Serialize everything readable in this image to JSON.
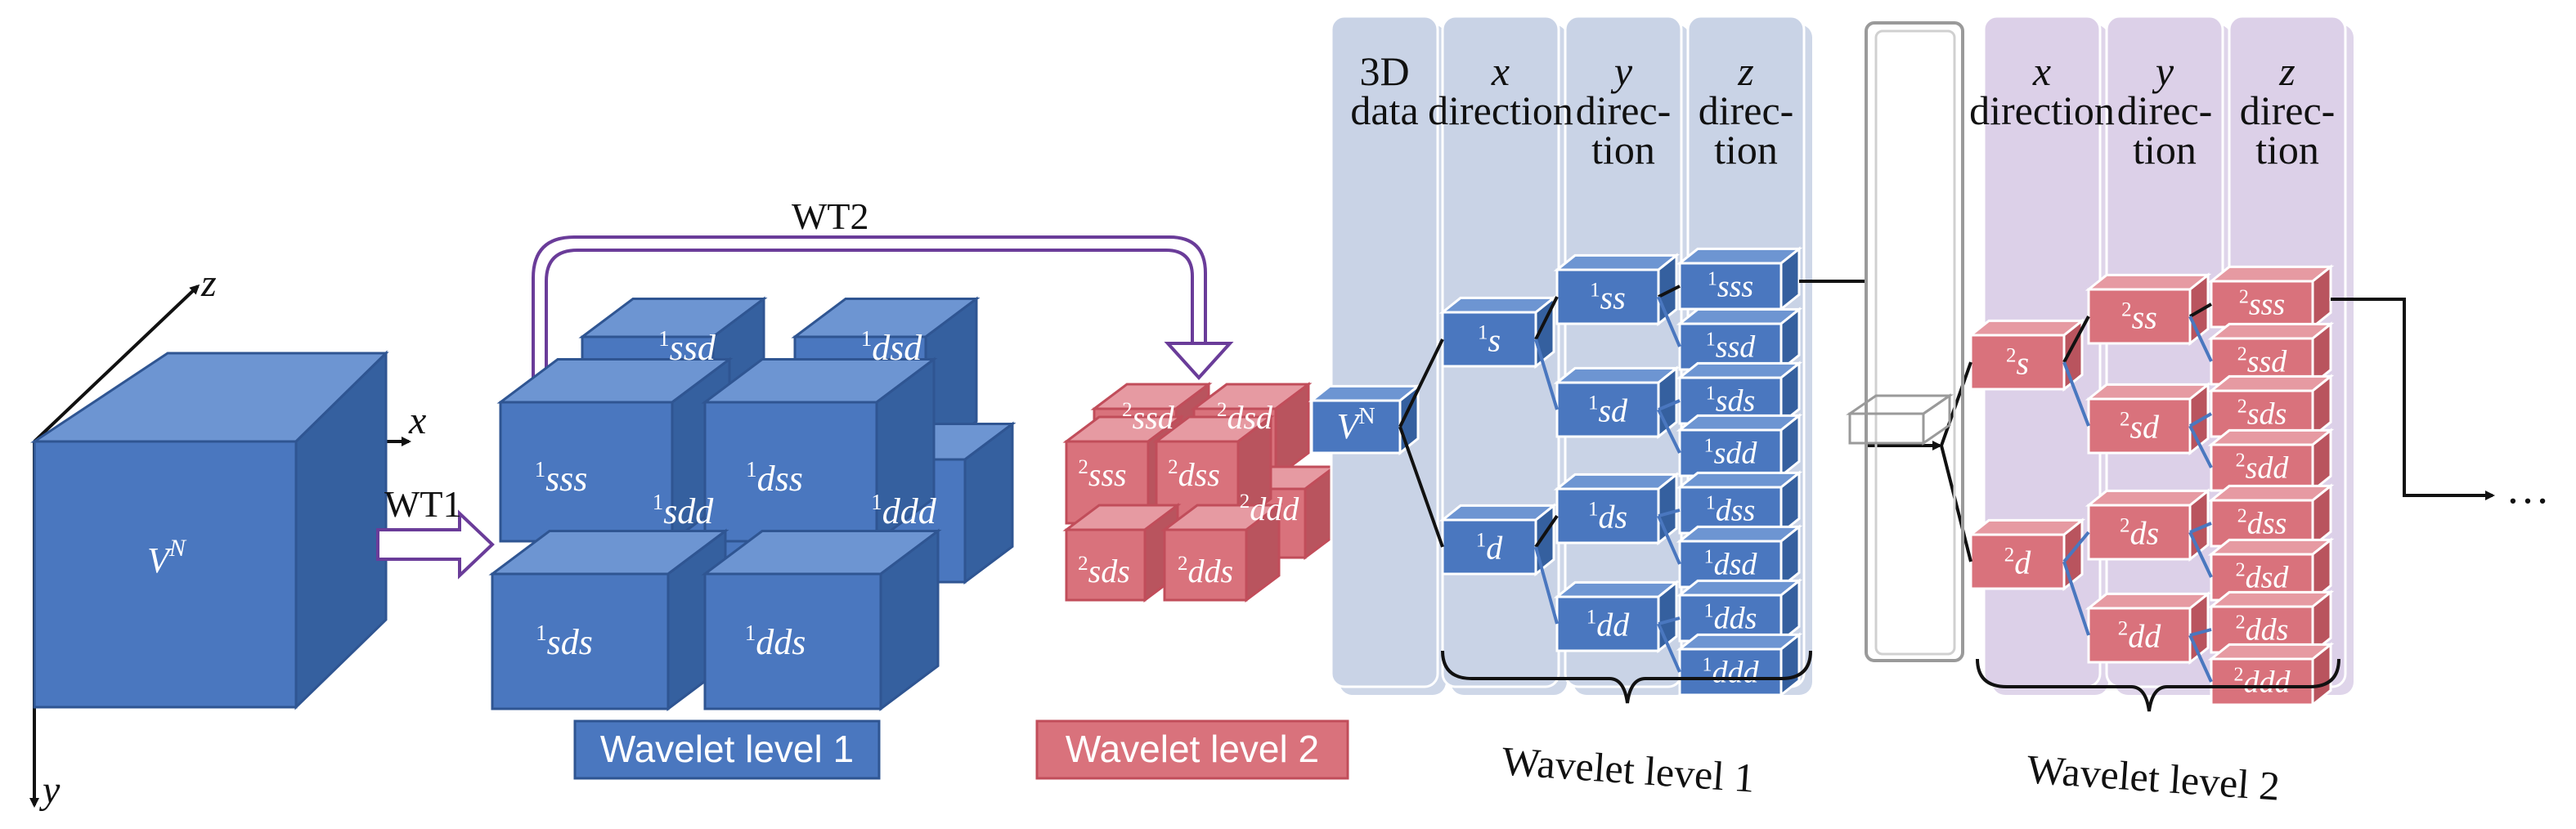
{
  "colors": {
    "blue_front": "#4a77bf",
    "blue_top": "#6d95d2",
    "blue_side": "#35609f",
    "blue_edge": "#2f5592",
    "red_front": "#d9727c",
    "red_top": "#e69aa2",
    "red_side": "#b9545e",
    "red_edge": "#c14d5a",
    "panel_blue": "#c9d3e6",
    "panel_purple": "#dcd0e8",
    "arrow_purple": "#6a3c99"
  },
  "axes": {
    "x": "x",
    "y": "y",
    "z": "z"
  },
  "volume": {
    "label": "V",
    "sup": "N"
  },
  "transforms": {
    "wt1": "WT1",
    "wt2": "WT2"
  },
  "level1_cubes": [
    {
      "pre": "1",
      "name": "ssd"
    },
    {
      "pre": "1",
      "name": "dsd"
    },
    {
      "pre": "1",
      "name": "sss"
    },
    {
      "pre": "1",
      "name": "sdd"
    },
    {
      "pre": "1",
      "name": "dss"
    },
    {
      "pre": "1",
      "name": "ddd"
    },
    {
      "pre": "1",
      "name": "sds"
    },
    {
      "pre": "1",
      "name": "dds"
    }
  ],
  "level2_cubes": [
    {
      "pre": "2",
      "name": "ssd"
    },
    {
      "pre": "2",
      "name": "dsd"
    },
    {
      "pre": "2",
      "name": "sss"
    },
    {
      "pre": "2",
      "name": "dss"
    },
    {
      "pre": "2",
      "name": "ddd"
    },
    {
      "pre": "2",
      "name": "sds"
    },
    {
      "pre": "2",
      "name": "dds"
    }
  ],
  "legend": {
    "level1": "Wavelet level 1",
    "level2": "Wavelet level 2"
  },
  "tree1": {
    "columns": [
      {
        "lines": [
          "3D",
          "data"
        ]
      },
      {
        "lines": [
          "x",
          "direction"
        ]
      },
      {
        "lines": [
          "y",
          "direc-",
          "tion"
        ]
      },
      {
        "lines": [
          "z",
          "direc-",
          "tion"
        ]
      }
    ],
    "root": {
      "label": "V",
      "sup": "N"
    },
    "x_nodes": [
      {
        "pre": "1",
        "name": "s"
      },
      {
        "pre": "1",
        "name": "d"
      }
    ],
    "y_nodes": [
      {
        "pre": "1",
        "name": "ss"
      },
      {
        "pre": "1",
        "name": "sd"
      },
      {
        "pre": "1",
        "name": "ds"
      },
      {
        "pre": "1",
        "name": "dd"
      }
    ],
    "z_nodes": [
      {
        "pre": "1",
        "name": "sss"
      },
      {
        "pre": "1",
        "name": "ssd"
      },
      {
        "pre": "1",
        "name": "sds"
      },
      {
        "pre": "1",
        "name": "sdd"
      },
      {
        "pre": "1",
        "name": "dss"
      },
      {
        "pre": "1",
        "name": "dsd"
      },
      {
        "pre": "1",
        "name": "dds"
      },
      {
        "pre": "1",
        "name": "ddd"
      }
    ],
    "bracket_label": "Wavelet level 1"
  },
  "tree2": {
    "columns": [
      {
        "lines": [
          "x",
          "direction"
        ]
      },
      {
        "lines": [
          "y",
          "direc-",
          "tion"
        ]
      },
      {
        "lines": [
          "z",
          "direc-",
          "tion"
        ]
      }
    ],
    "x_nodes": [
      {
        "pre": "2",
        "name": "s"
      },
      {
        "pre": "2",
        "name": "d"
      }
    ],
    "y_nodes": [
      {
        "pre": "2",
        "name": "ss"
      },
      {
        "pre": "2",
        "name": "sd"
      },
      {
        "pre": "2",
        "name": "ds"
      },
      {
        "pre": "2",
        "name": "dd"
      }
    ],
    "z_nodes": [
      {
        "pre": "2",
        "name": "sss"
      },
      {
        "pre": "2",
        "name": "ssd"
      },
      {
        "pre": "2",
        "name": "sds"
      },
      {
        "pre": "2",
        "name": "sdd"
      },
      {
        "pre": "2",
        "name": "dss"
      },
      {
        "pre": "2",
        "name": "dsd"
      },
      {
        "pre": "2",
        "name": "dds"
      },
      {
        "pre": "2",
        "name": "ddd"
      }
    ],
    "bracket_label": "Wavelet level 2"
  },
  "continuation": "…"
}
